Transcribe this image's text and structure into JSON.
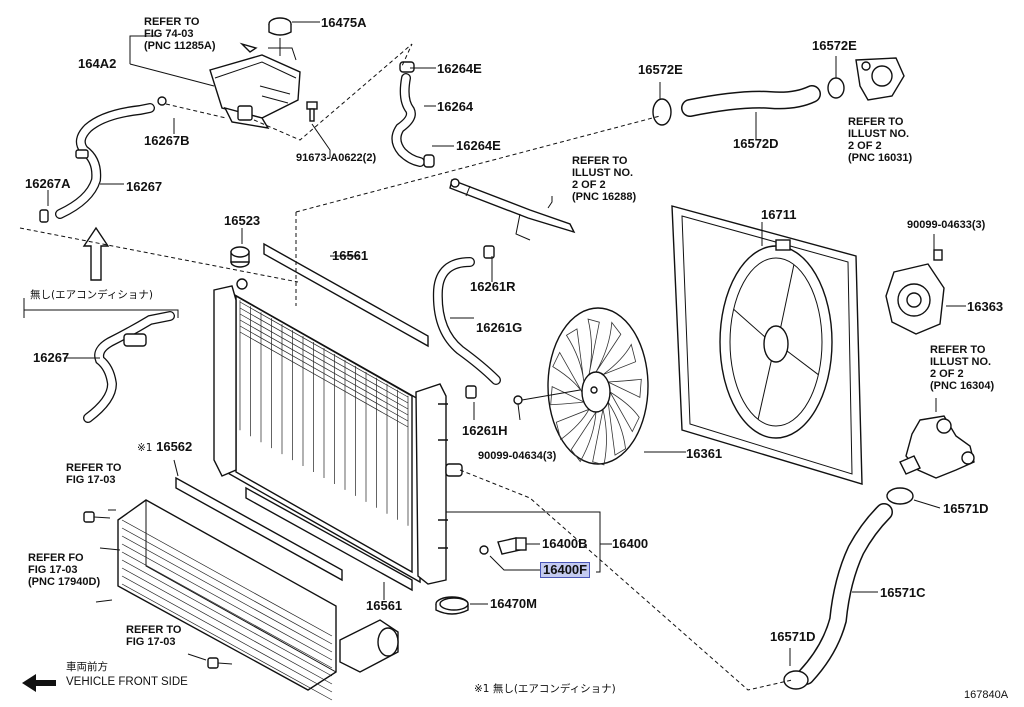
{
  "parts": [
    {
      "id": "p16475A",
      "number": "16475A"
    },
    {
      "id": "p164A2",
      "number": "164A2"
    },
    {
      "id": "p16264E_top",
      "number": "16264E"
    },
    {
      "id": "p16264",
      "number": "16264"
    },
    {
      "id": "p16264E_bot",
      "number": "16264E"
    },
    {
      "id": "p16267B",
      "number": "16267B"
    },
    {
      "id": "p91673",
      "number": "91673-A0622(2)"
    },
    {
      "id": "p16267A",
      "number": "16267A"
    },
    {
      "id": "p16267_top",
      "number": "16267"
    },
    {
      "id": "p16572E_a",
      "number": "16572E"
    },
    {
      "id": "p16572E_b",
      "number": "16572E"
    },
    {
      "id": "p16572D",
      "number": "16572D"
    },
    {
      "id": "p16523",
      "number": "16523"
    },
    {
      "id": "p16561_top",
      "number": "16561"
    },
    {
      "id": "p16261R",
      "number": "16261R"
    },
    {
      "id": "p16261G",
      "number": "16261G"
    },
    {
      "id": "p16261H",
      "number": "16261H"
    },
    {
      "id": "p16267_bot",
      "number": "16267"
    },
    {
      "id": "p16711",
      "number": "16711"
    },
    {
      "id": "p90099_04633",
      "number": "90099-04633(3)"
    },
    {
      "id": "p16363",
      "number": "16363"
    },
    {
      "id": "p90099_04634",
      "number": "90099-04634(3)"
    },
    {
      "id": "p16361",
      "number": "16361"
    },
    {
      "id": "p16562",
      "number": "16562"
    },
    {
      "id": "p16400B",
      "number": "16400B"
    },
    {
      "id": "p16400",
      "number": "16400"
    },
    {
      "id": "p16400F",
      "number": "16400F",
      "highlighted": true
    },
    {
      "id": "p16571D_a",
      "number": "16571D"
    },
    {
      "id": "p16571C",
      "number": "16571C"
    },
    {
      "id": "p16470M",
      "number": "16470M"
    },
    {
      "id": "p16561_bot",
      "number": "16561"
    },
    {
      "id": "p16571D_b",
      "number": "16571D"
    }
  ],
  "references": {
    "fig7403": [
      "REFER TO",
      "FIG 74-03",
      "(PNC 11285A)"
    ],
    "illust16031": [
      "REFER TO",
      "ILLUST NO.",
      "2 OF 2",
      "(PNC 16031)"
    ],
    "illust16288": [
      "REFER TO",
      "ILLUST NO.",
      "2 OF 2",
      "(PNC 16288)"
    ],
    "illust16304": [
      "REFER TO",
      "ILLUST NO.",
      "2 OF 2",
      "(PNC 16304)"
    ],
    "fig1703_a": [
      "REFER TO",
      "FIG 17-03"
    ],
    "fig1703_b": [
      "REFER FO",
      "FIG 17-03",
      "(PNC 17940D)"
    ],
    "fig1703_c": [
      "REFER TO",
      "FIG 17-03"
    ]
  },
  "notes": {
    "without_ac_group": "無し(エアコンディショナ)",
    "note1_mark": "※1",
    "footnote": "※1 無し(エアコンディショナ)",
    "front_jp": "車両前方",
    "front_en": "VEHICLE FRONT SIDE",
    "diagram_id": "167840A"
  }
}
